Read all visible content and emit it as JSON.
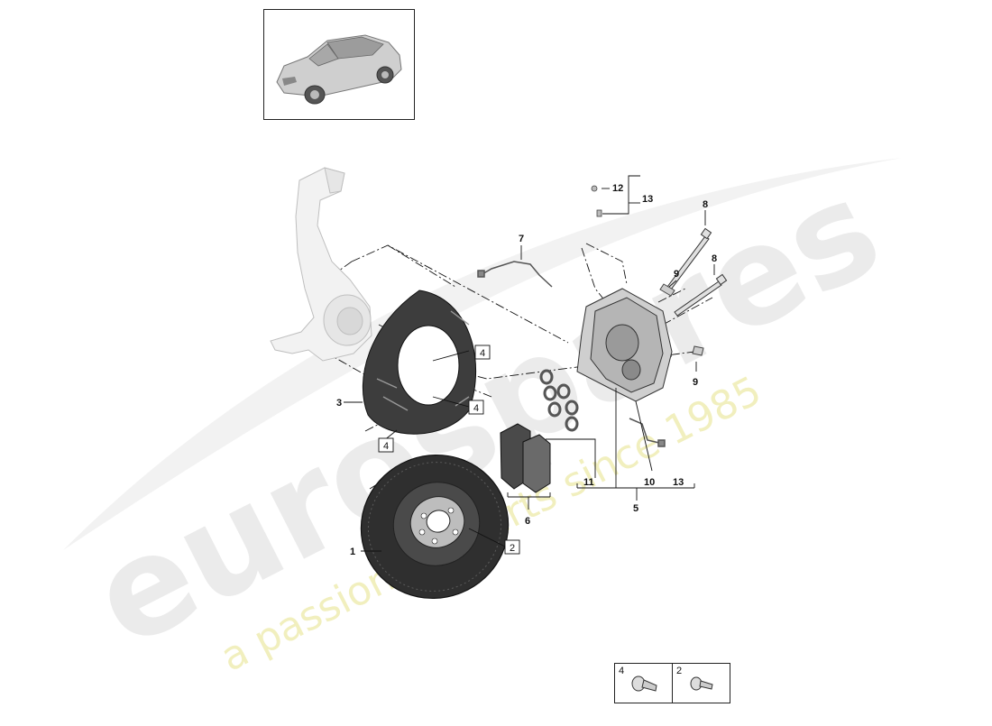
{
  "watermark": {
    "brand": "eurospares",
    "tagline": "a passion for parts since 1985"
  },
  "thumbnail": {
    "icon": "car-icon"
  },
  "callouts": {
    "c1": "1",
    "c2": "2",
    "c3": "3",
    "c4a": "4",
    "c4b": "4",
    "c4c": "4",
    "c5": "5",
    "c6": "6",
    "c7": "7",
    "c8a": "8",
    "c8b": "8",
    "c9a": "9",
    "c9b": "9",
    "c10": "10",
    "c11": "11",
    "c12": "12",
    "c13a": "13",
    "c13b": "13"
  },
  "legend": {
    "items": [
      {
        "number": "4",
        "icon": "bolt-icon"
      },
      {
        "number": "2",
        "icon": "screw-icon"
      }
    ]
  }
}
